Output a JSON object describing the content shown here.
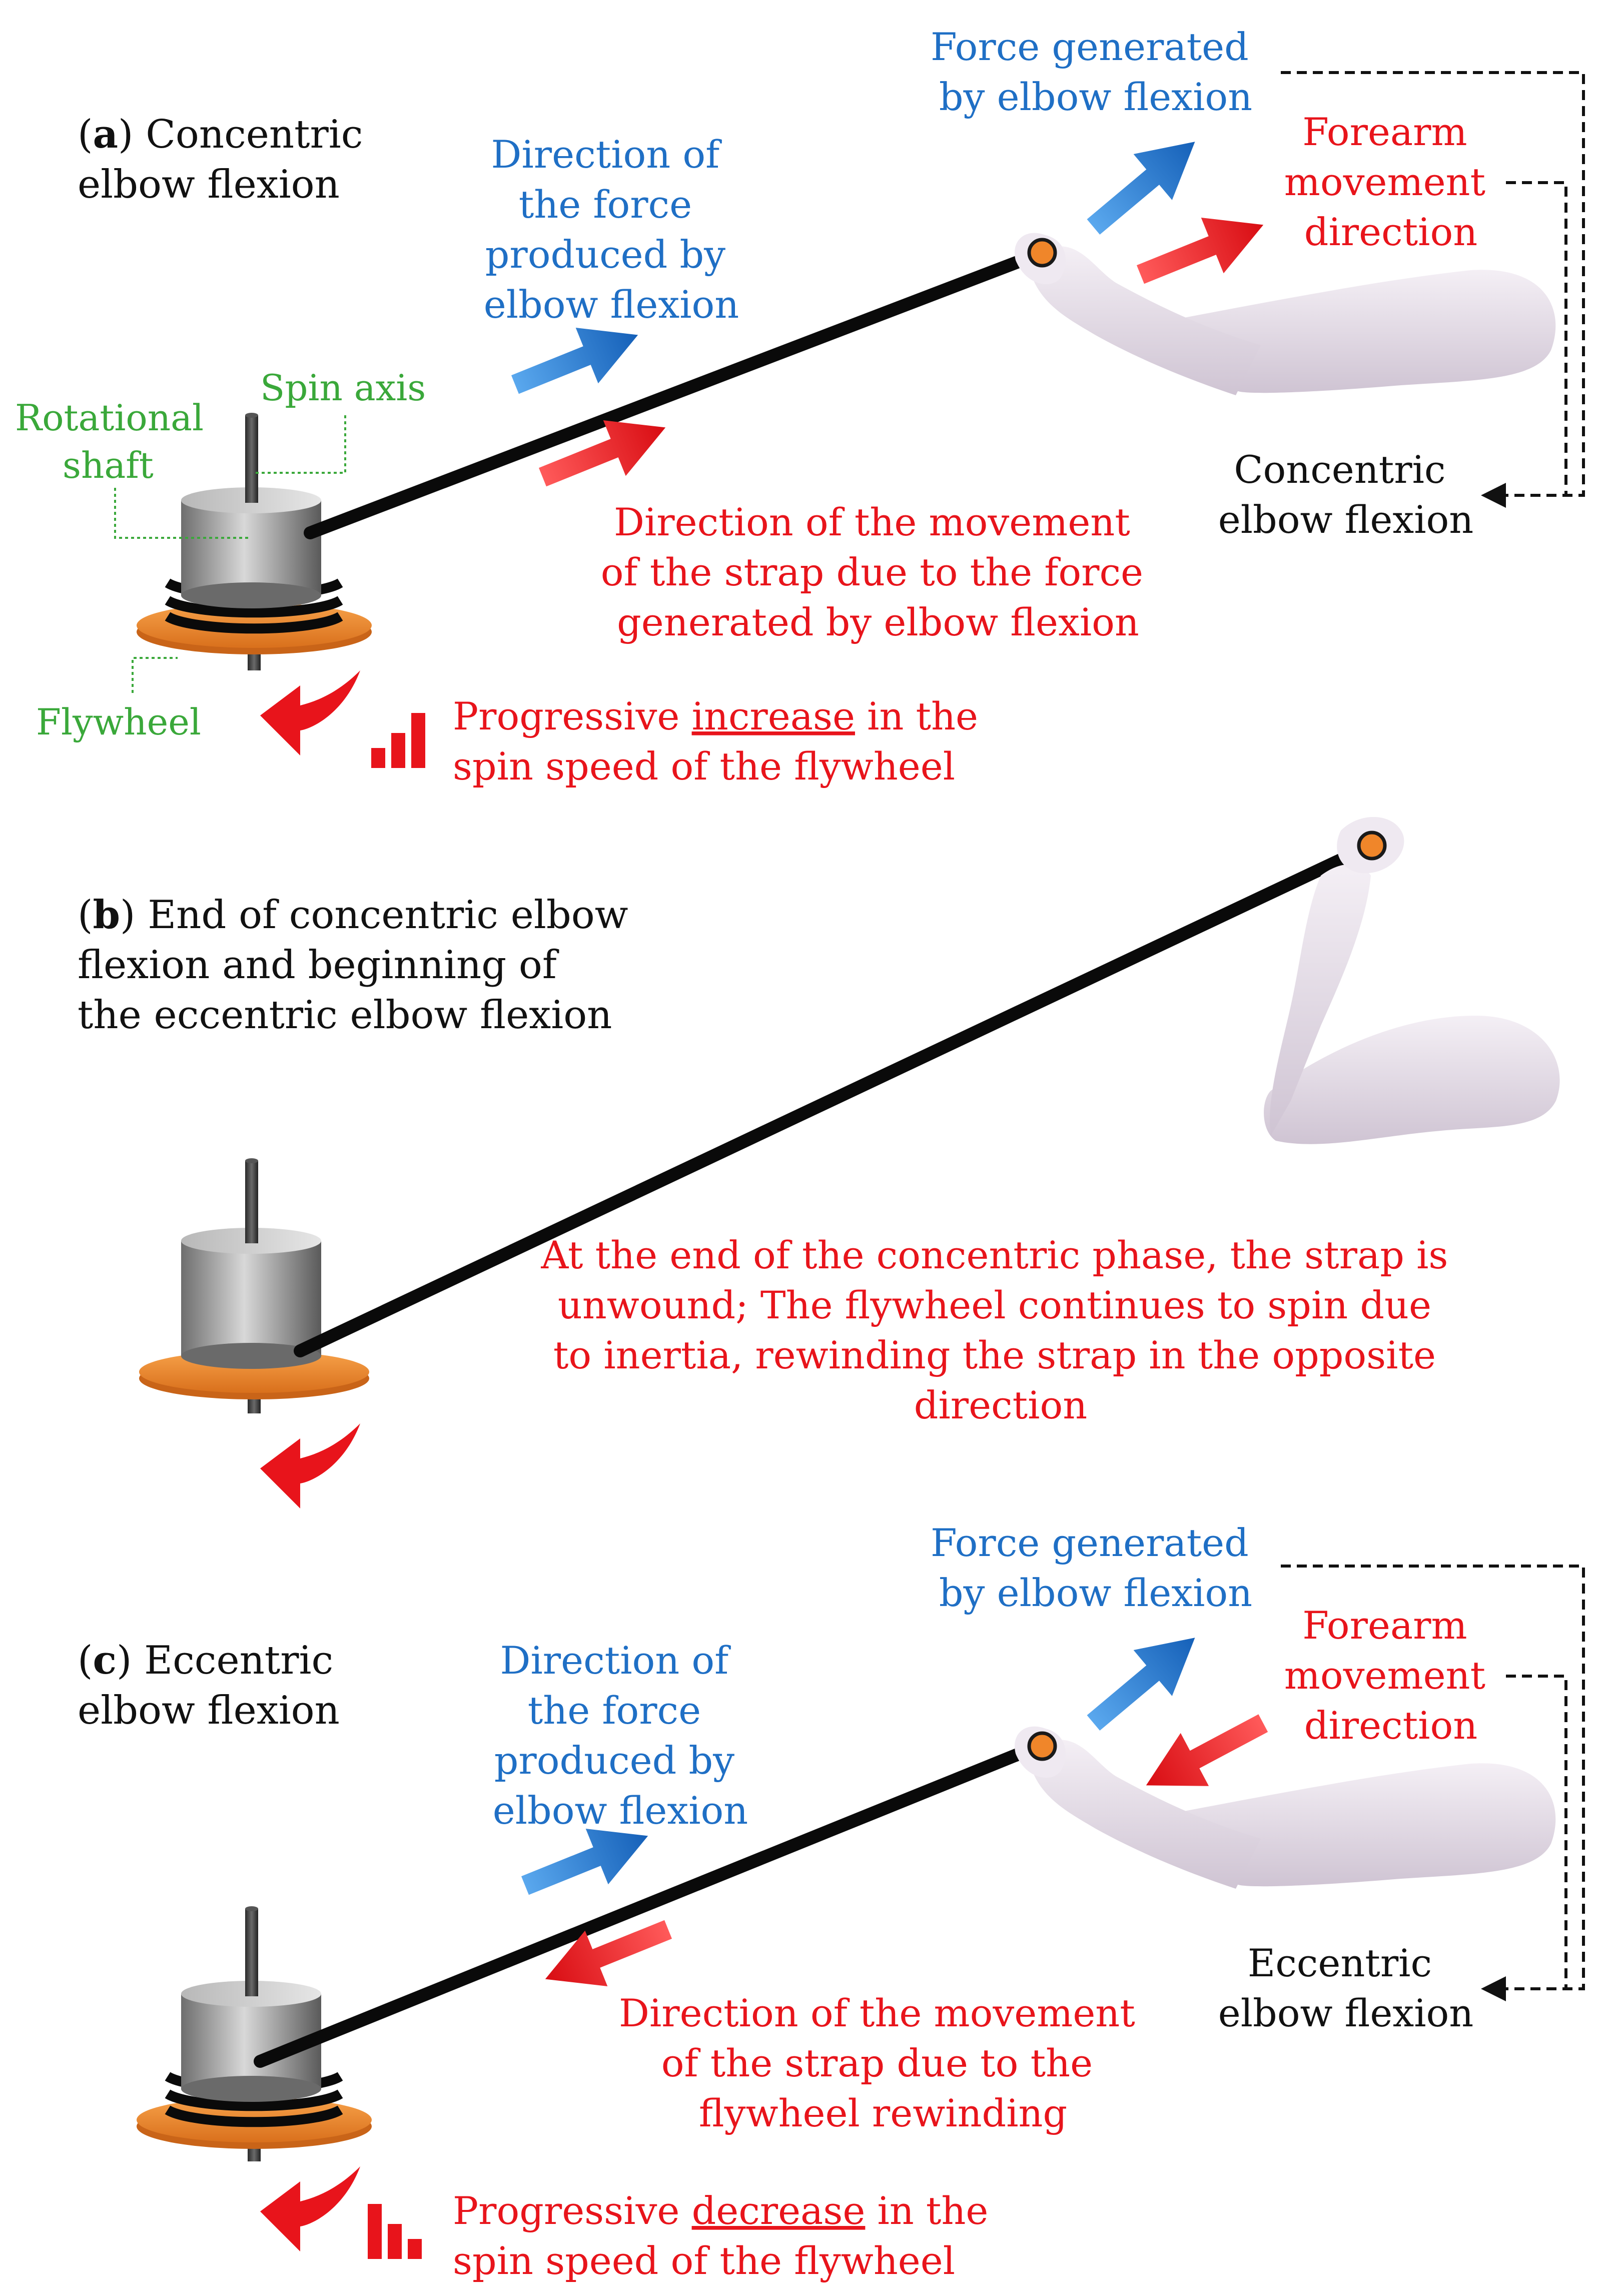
{
  "colors": {
    "blue": "#1f6fc5",
    "red": "#e8141b",
    "green": "#3aa83a",
    "orange": "#f0862a",
    "arm": "#ece6ee"
  },
  "panel_a": {
    "letter": "a",
    "title_rest_1": ") Concentric",
    "title_2": "elbow flexion",
    "force_generated": [
      "Force generated",
      "by elbow flexion"
    ],
    "forearm_direction": [
      "Forearm",
      "movement",
      "direction"
    ],
    "force_direction": [
      "Direction of",
      "the force",
      "produced by",
      "elbow flexion"
    ],
    "strap_movement": [
      "Direction of the movement",
      "of the strap due to the force",
      "generated by elbow flexion"
    ],
    "result": [
      "Concentric",
      "elbow flexion"
    ],
    "labels": {
      "spin_axis": "Spin axis",
      "rotational_shaft": [
        "Rotational",
        "shaft"
      ],
      "flywheel": "Flywheel"
    },
    "speed_text_pre": "Progressive ",
    "speed_text_key": "increase",
    "speed_text_post": " in the",
    "speed_text_2": "spin speed of the flywheel"
  },
  "panel_b": {
    "letter": "b",
    "title_rest_1": ") End of concentric elbow",
    "title_2": "flexion and beginning of",
    "title_3": "the eccentric elbow flexion",
    "note": [
      "At the end of the concentric phase, the strap is",
      "unwound; The flywheel continues to spin due",
      "to inertia, rewinding the strap in the opposite",
      "direction"
    ]
  },
  "panel_c": {
    "letter": "c",
    "title_rest_1": ") Eccentric",
    "title_2": "elbow flexion",
    "force_generated": [
      "Force generated",
      "by elbow flexion"
    ],
    "forearm_direction": [
      "Forearm",
      "movement",
      "direction"
    ],
    "force_direction": [
      "Direction of",
      "the force",
      "produced by",
      "elbow flexion"
    ],
    "strap_movement": [
      "Direction of the movement",
      "of the strap due to the",
      "flywheel rewinding"
    ],
    "result": [
      "Eccentric",
      "elbow flexion"
    ],
    "speed_text_pre": "Progressive ",
    "speed_text_key": "decrease",
    "speed_text_post": " in the",
    "speed_text_2": "spin speed of the flywheel"
  }
}
